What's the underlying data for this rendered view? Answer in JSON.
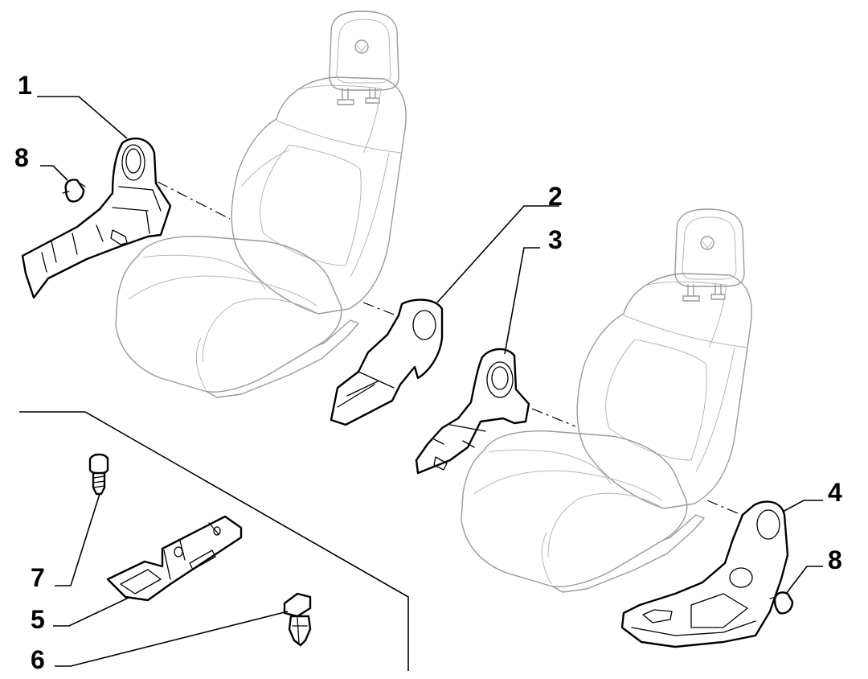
{
  "callouts": {
    "c1": "1",
    "c2": "2",
    "c3": "3",
    "c4": "4",
    "c5": "5",
    "c6": "6",
    "c7": "7",
    "c8a": "8",
    "c8b": "8"
  },
  "colors": {
    "part_stroke": "#000000",
    "seat_stroke": "#9a9a9a",
    "background": "#ffffff"
  }
}
